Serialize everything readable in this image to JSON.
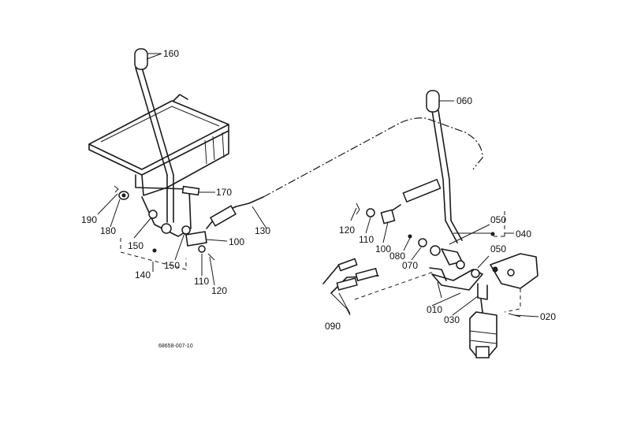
{
  "labels": {
    "p160": "160",
    "p170": "170",
    "p190": "190",
    "p180": "180",
    "p150a": "150",
    "p150b": "150",
    "p140": "140",
    "p100a": "100",
    "p110a": "110",
    "p120a": "120",
    "p130": "130",
    "p060": "060",
    "p120b": "120",
    "p110b": "110",
    "p100b": "100",
    "p080": "080",
    "p070": "070",
    "p050a": "050",
    "p040": "040",
    "p050b": "050",
    "p010": "010",
    "p030": "030",
    "p020": "020",
    "p090": "090"
  },
  "drawing_code": "68658-007-10"
}
